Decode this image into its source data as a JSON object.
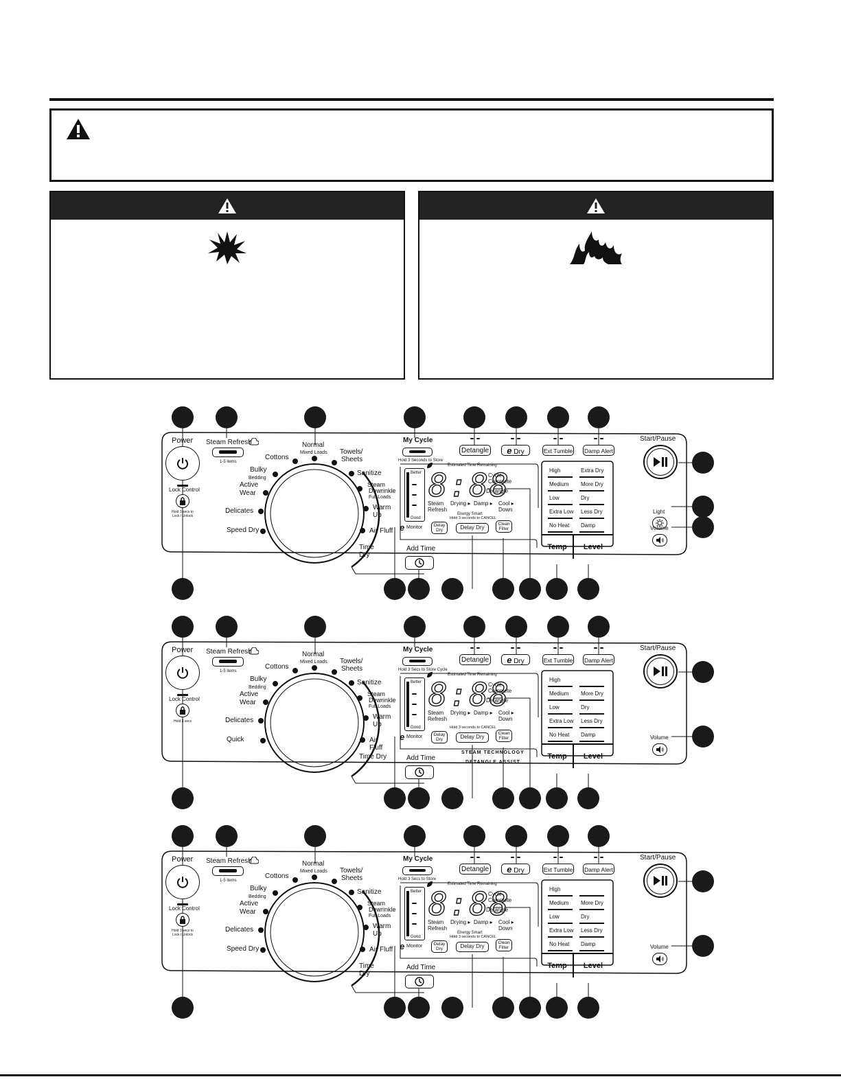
{
  "panels": [
    {
      "power": "Power",
      "steam_refresh": "Steam Refresh",
      "steam_refresh_sub": "1-5 items",
      "lock_control": "Lock Control",
      "lock_hold": "Hold 3 secs to Lock / Unlock",
      "cycles_left": [
        "Cottons",
        "Bulky",
        "Active",
        "Delicates",
        "Speed Dry"
      ],
      "bulky_sub": "Bedding",
      "active_line2": "Wear",
      "normal": "Normal",
      "normal_sub": "Mixed Loads",
      "towels": "Towels/",
      "towels2": "Sheets",
      "sanitize": "Sanitize",
      "steam_dewrinkle": "Steam",
      "steam_dewrinkle2": "Dewrinkle",
      "steam_dewrinkle_sub": "Full Loads",
      "warm_up": "Warm",
      "warm_up2": "Up",
      "air_fluff": "Air Fluff",
      "air_fluff2": "",
      "time_dry": "Time",
      "time_dry2": "Dry",
      "add_time": "Add Time",
      "my_cycle": "My Cycle",
      "my_cycle_sub": "Hold 3 Seconds to Store",
      "detangle": "Detangle",
      "edry": "Dry",
      "ext_tumble": "Ext Tumble",
      "damp_alert": "Damp Alert",
      "start_pause": "Start/Pause",
      "light": "Light",
      "volume": "Volume",
      "better": "Better",
      "good": "Good",
      "monitor": "Monitor",
      "est_time": "Estimated Time Remaining",
      "display": "8:88",
      "cycle_complete": "Cycle",
      "cycle_complete2": "Complete",
      "detangle_status": "Detangle",
      "steam_refresh_status": "Steam",
      "steam_refresh_status2": "Refresh",
      "drying": "Drying ▸",
      "damp_status": "Damp ▸",
      "cool_down": "Cool ▸",
      "cool_down2": "Down",
      "energy_smart": "Energy Smart",
      "hold_cancel": "Hold 3 seconds to CANCEL",
      "delay_dry_small": "Delay",
      "delay_dry_small2": "Dry",
      "delay_dry": "Delay Dry",
      "clean_filter": "Clean",
      "clean_filter2": "Filter",
      "temps": [
        "High",
        "Medium",
        "Low",
        "Extra Low",
        "No Heat"
      ],
      "levels": [
        "Extra Dry",
        "More Dry",
        "Dry",
        "Less Dry",
        "Damp"
      ],
      "temp": "Temp",
      "level": "Level",
      "steam_tech": "",
      "detangle_assist": ""
    },
    {
      "power": "Power",
      "steam_refresh": "Steam Refresh",
      "steam_refresh_sub": "1-5 items",
      "lock_control": "Lock Control",
      "lock_hold": "Hold 3 secs",
      "cycles_left": [
        "Cottons",
        "Bulky",
        "Active",
        "Delicates",
        "Quick"
      ],
      "bulky_sub": "Bedding",
      "active_line2": "Wear",
      "normal": "Normal",
      "normal_sub": "Mixed Loads",
      "towels": "Towels/",
      "towels2": "Sheets",
      "sanitize": "Sanitize",
      "steam_dewrinkle": "Steam",
      "steam_dewrinkle2": "Dewrinkle",
      "steam_dewrinkle_sub": "Full Loads",
      "warm_up": "Warm",
      "warm_up2": "Up",
      "air_fluff": "Air",
      "air_fluff2": "Fluff",
      "time_dry": "Time Dry",
      "time_dry2": "",
      "add_time": "Add Time",
      "my_cycle": "My Cycle",
      "my_cycle_sub": "Hold 3 Secs to Store Cycle",
      "detangle": "Detangle",
      "edry": "Dry",
      "ext_tumble": "Ext Tumble",
      "damp_alert": "Damp Alert",
      "start_pause": "Start/Pause",
      "light": "",
      "volume": "Volume",
      "better": "Better",
      "good": "Good",
      "monitor": "Monitor",
      "est_time": "Estimated Time Remaining",
      "display": "8:88",
      "cycle_complete": "Cycle",
      "cycle_complete2": "Complete",
      "detangle_status": "Detangle",
      "steam_refresh_status": "Steam",
      "steam_refresh_status2": "Refresh",
      "drying": "Drying ▸",
      "damp_status": "Damp ▸",
      "cool_down": "Cool ▸",
      "cool_down2": "Down",
      "energy_smart": "",
      "hold_cancel": "Hold 3 seconds to CANCEL",
      "delay_dry_small": "Delay",
      "delay_dry_small2": "Dry",
      "delay_dry": "Delay Dry",
      "clean_filter": "Clean",
      "clean_filter2": "Filter",
      "temps": [
        "High",
        "Medium",
        "Low",
        "Extra Low",
        "No Heat"
      ],
      "levels": [
        "",
        "More Dry",
        "Dry",
        "Less Dry",
        "Damp"
      ],
      "temp": "Temp",
      "level": "Level",
      "steam_tech": "STEAM TECHNOLOGY",
      "detangle_assist": "DETANGLE ASSIST"
    },
    {
      "power": "Power",
      "steam_refresh": "Steam Refresh",
      "steam_refresh_sub": "1-5 items",
      "lock_control": "Lock Control",
      "lock_hold": "Hold 3 secs to Lock / Unlock",
      "cycles_left": [
        "Cottons",
        "Bulky",
        "Active",
        "Delicates",
        "Speed Dry"
      ],
      "bulky_sub": "Bedding",
      "active_line2": "Wear",
      "normal": "Normal",
      "normal_sub": "Mixed Loads",
      "towels": "Towels/",
      "towels2": "Sheets",
      "sanitize": "Sanitize",
      "steam_dewrinkle": "Steam",
      "steam_dewrinkle2": "Dewrinkle",
      "steam_dewrinkle_sub": "Full Loads",
      "warm_up": "Warm",
      "warm_up2": "Up",
      "air_fluff": "Air Fluff",
      "air_fluff2": "",
      "time_dry": "Time",
      "time_dry2": "Dry",
      "add_time": "Add Time",
      "my_cycle": "My Cycle",
      "my_cycle_sub": "Hold 3 Secs to Store",
      "detangle": "Detangle",
      "edry": "Dry",
      "ext_tumble": "Ext Tumble",
      "damp_alert": "Damp Alert",
      "start_pause": "Start/Pause",
      "light": "",
      "volume": "Volume",
      "better": "Better",
      "good": "Good",
      "monitor": "Monitor",
      "est_time": "Estimated Time Remaining",
      "display": "8:88",
      "cycle_complete": "Cycle",
      "cycle_complete2": "Complete",
      "detangle_status": "Detangle",
      "steam_refresh_status": "Steam",
      "steam_refresh_status2": "Refresh",
      "drying": "Drying ▸",
      "damp_status": "Damp ▸",
      "cool_down": "Cool ▸",
      "cool_down2": "Down",
      "energy_smart": "Energy Smart",
      "hold_cancel": "Hold 3 seconds to CANCEL",
      "delay_dry_small": "Delay",
      "delay_dry_small2": "Dry",
      "delay_dry": "Delay Dry",
      "clean_filter": "Clean",
      "clean_filter2": "Filter",
      "temps": [
        "High",
        "Medium",
        "Low",
        "Extra Low",
        "No Heat"
      ],
      "levels": [
        "",
        "More Dry",
        "Dry",
        "Less Dry",
        "Damp"
      ],
      "temp": "Temp",
      "level": "Level",
      "steam_tech": "",
      "detangle_assist": ""
    }
  ],
  "colors": {
    "ink": "#111111",
    "paper": "#ffffff",
    "callout": "#1a1a1a"
  },
  "icons": [
    "warning-triangle-icon",
    "explosion-icon",
    "fire-icon",
    "power-icon",
    "lock-icon",
    "clock-icon",
    "play-pause-icon",
    "light-icon",
    "volume-icon",
    "steam-cloud-icon",
    "leaf-icon"
  ]
}
